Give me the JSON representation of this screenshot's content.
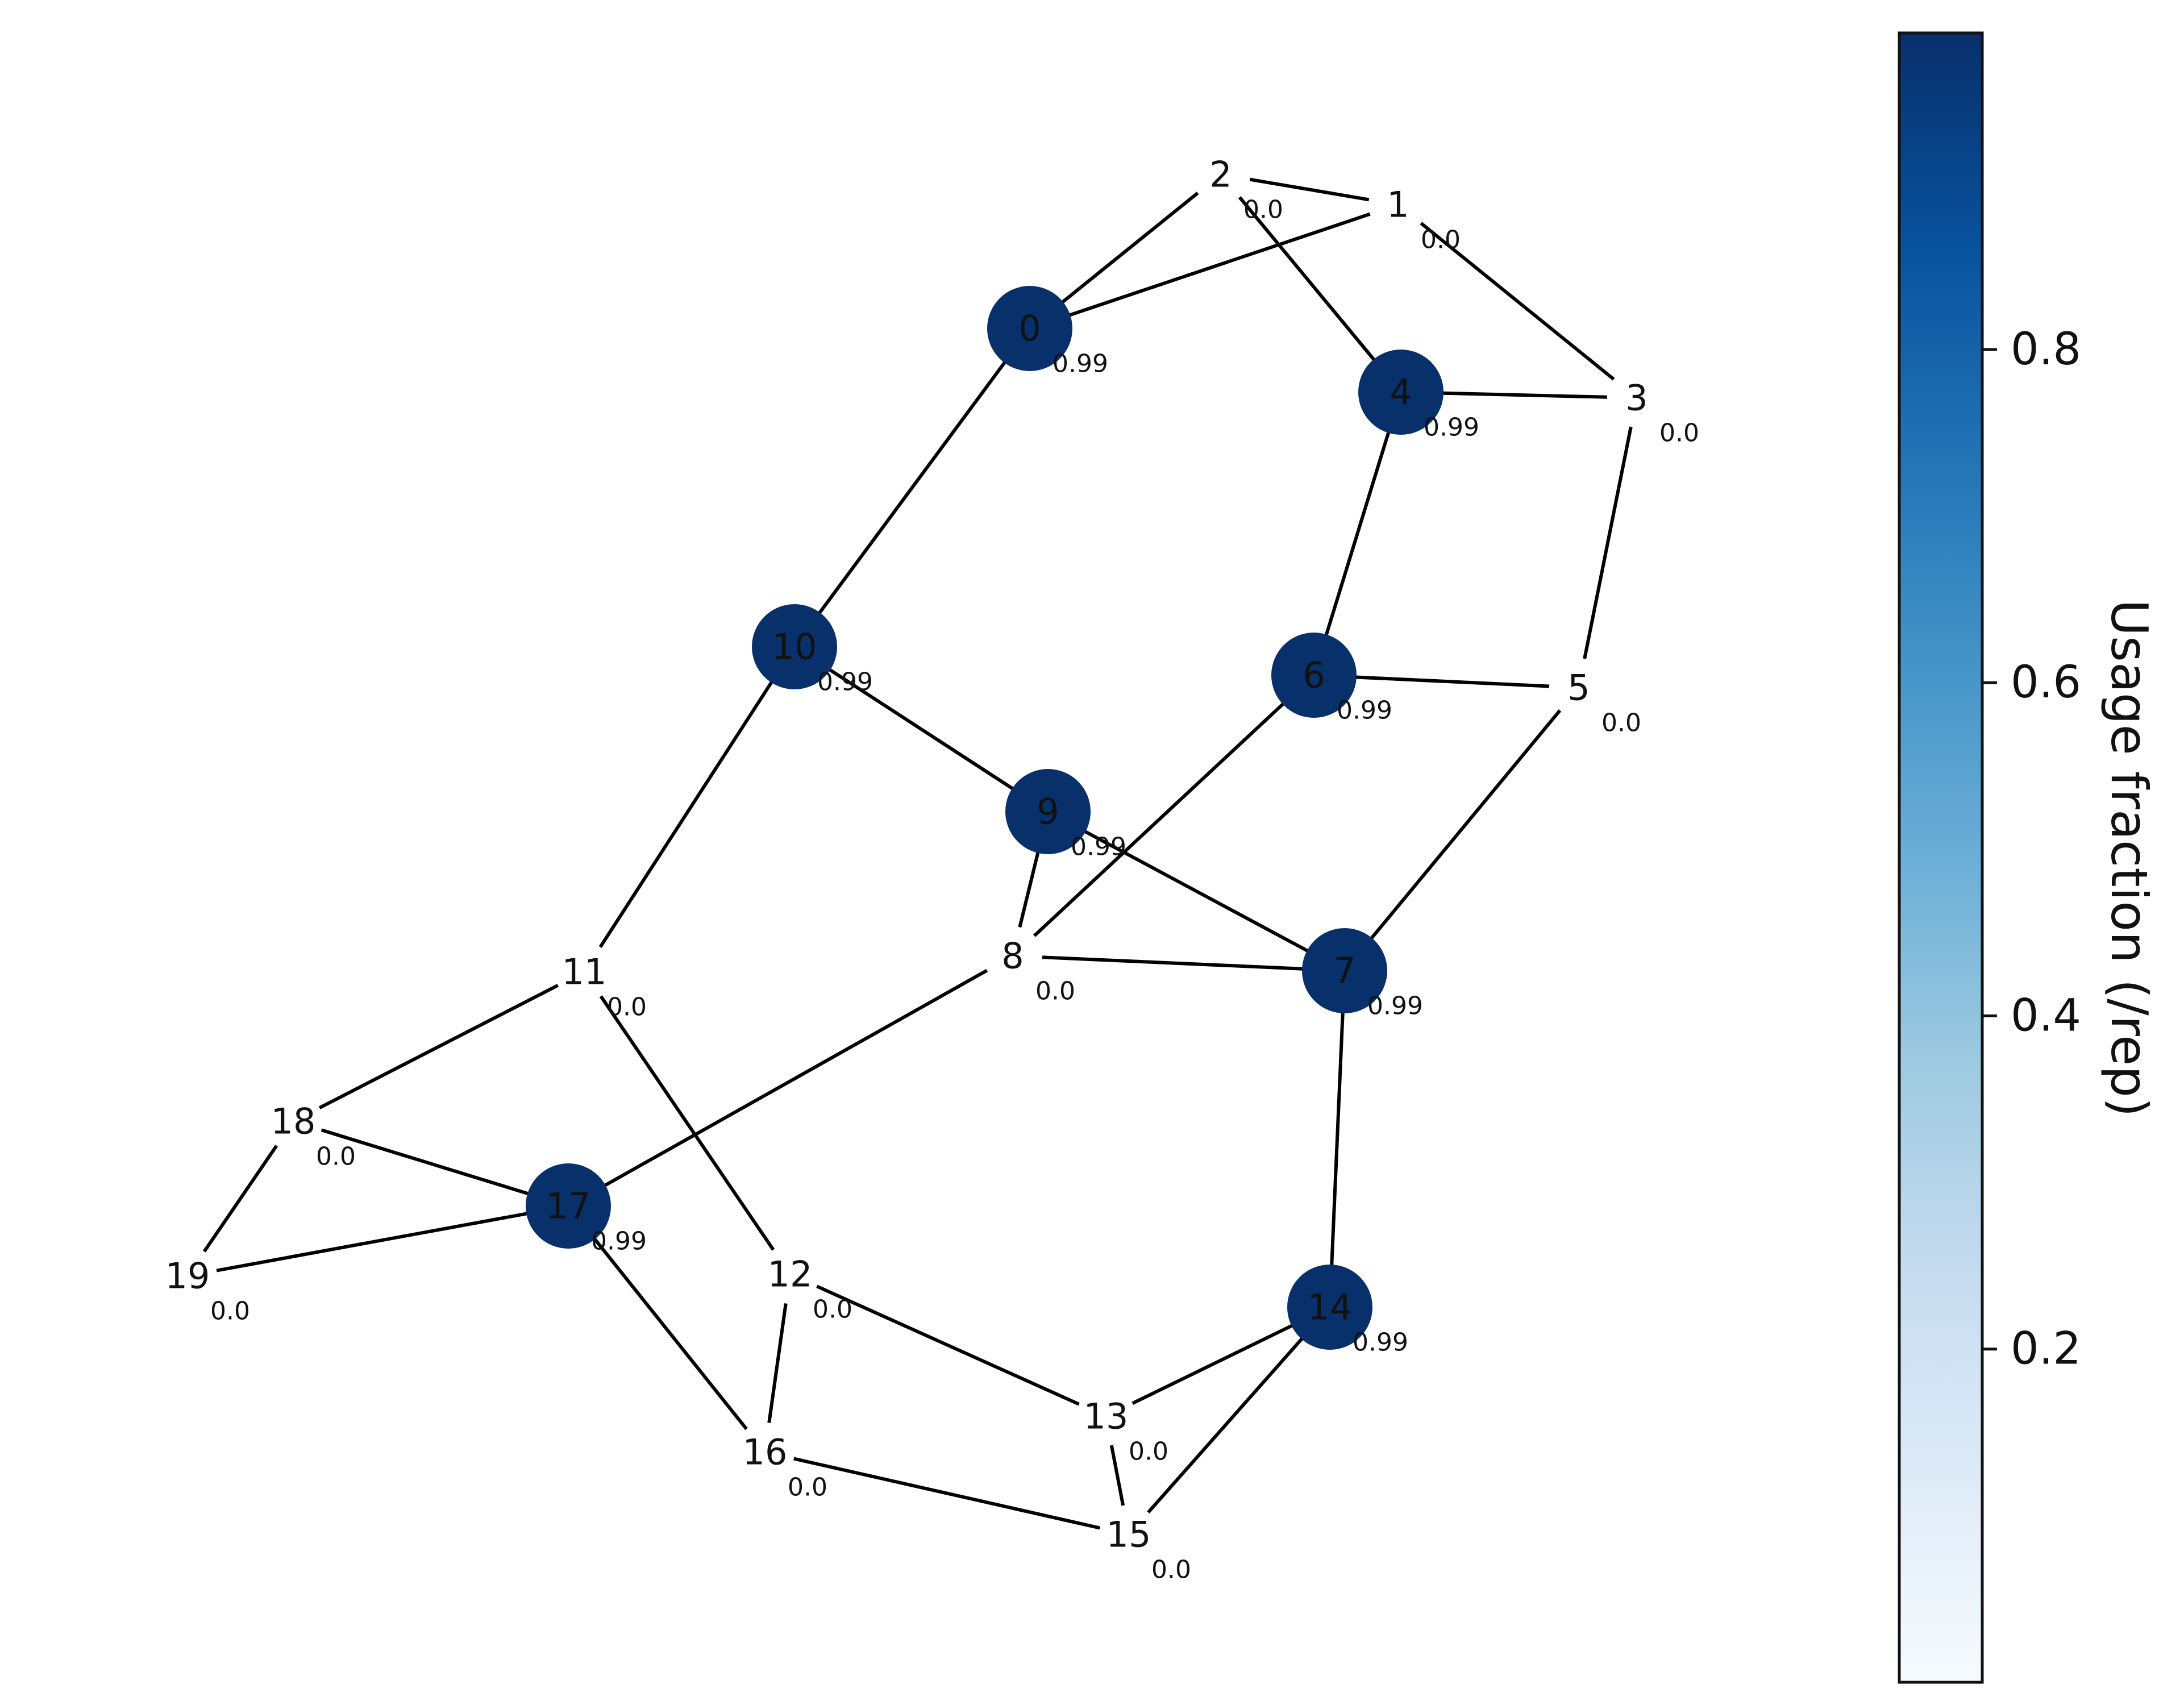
{
  "graph": {
    "nodes": [
      {
        "id": "0",
        "usage": "0.99",
        "value": 0.99
      },
      {
        "id": "1",
        "usage": "0.0",
        "value": 0.0
      },
      {
        "id": "2",
        "usage": "0.0",
        "value": 0.0
      },
      {
        "id": "3",
        "usage": "0.0",
        "value": 0.0
      },
      {
        "id": "4",
        "usage": "0.99",
        "value": 0.99
      },
      {
        "id": "5",
        "usage": "0.0",
        "value": 0.0
      },
      {
        "id": "6",
        "usage": "0.99",
        "value": 0.99
      },
      {
        "id": "7",
        "usage": "0.99",
        "value": 0.99
      },
      {
        "id": "8",
        "usage": "0.0",
        "value": 0.0
      },
      {
        "id": "9",
        "usage": "0.99",
        "value": 0.99
      },
      {
        "id": "10",
        "usage": "0.99",
        "value": 0.99
      },
      {
        "id": "11",
        "usage": "0.0",
        "value": 0.0
      },
      {
        "id": "12",
        "usage": "0.0",
        "value": 0.0
      },
      {
        "id": "13",
        "usage": "0.0",
        "value": 0.0
      },
      {
        "id": "14",
        "usage": "0.99",
        "value": 0.99
      },
      {
        "id": "15",
        "usage": "0.0",
        "value": 0.0
      },
      {
        "id": "16",
        "usage": "0.0",
        "value": 0.0
      },
      {
        "id": "17",
        "usage": "0.99",
        "value": 0.99
      },
      {
        "id": "18",
        "usage": "0.0",
        "value": 0.0
      },
      {
        "id": "19",
        "usage": "0.0",
        "value": 0.0
      }
    ],
    "edges": [
      [
        "0",
        "2"
      ],
      [
        "0",
        "1"
      ],
      [
        "1",
        "2"
      ],
      [
        "1",
        "3"
      ],
      [
        "2",
        "4"
      ],
      [
        "3",
        "4"
      ],
      [
        "3",
        "5"
      ],
      [
        "0",
        "10"
      ],
      [
        "4",
        "6"
      ],
      [
        "5",
        "6"
      ],
      [
        "5",
        "7"
      ],
      [
        "10",
        "9"
      ],
      [
        "10",
        "11"
      ],
      [
        "9",
        "8"
      ],
      [
        "9",
        "7"
      ],
      [
        "6",
        "8"
      ],
      [
        "8",
        "7"
      ],
      [
        "8",
        "17"
      ],
      [
        "7",
        "14"
      ],
      [
        "11",
        "18"
      ],
      [
        "11",
        "12"
      ],
      [
        "18",
        "17"
      ],
      [
        "18",
        "19"
      ],
      [
        "19",
        "17"
      ],
      [
        "17",
        "16"
      ],
      [
        "12",
        "16"
      ],
      [
        "12",
        "13"
      ],
      [
        "13",
        "14"
      ],
      [
        "13",
        "15"
      ],
      [
        "14",
        "15"
      ],
      [
        "16",
        "15"
      ]
    ]
  },
  "colorbar": {
    "label": "Usage fraction (/rep)",
    "min": 0.0,
    "max": 0.99,
    "ticks": [
      {
        "value": 0.2,
        "label": "0.2"
      },
      {
        "value": 0.4,
        "label": "0.4"
      },
      {
        "value": 0.6,
        "label": "0.6"
      },
      {
        "value": 0.8,
        "label": "0.8"
      }
    ],
    "colormap": "Blues",
    "colors": {
      "low": "#f7fbff",
      "high": "#08306b"
    }
  }
}
